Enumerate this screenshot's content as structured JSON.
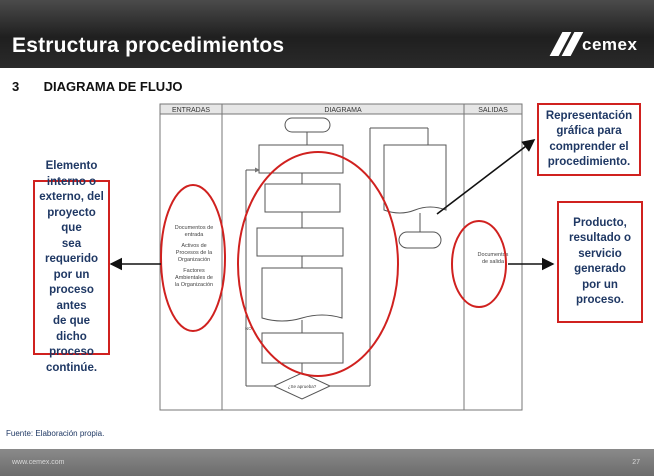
{
  "slide": {
    "title": "Estructura procedimientos",
    "logo_text": "cemex",
    "section_number": "3",
    "section_title": "DIAGRAMA DE FLUJO"
  },
  "flowchart": {
    "col_inputs": "ENTRADAS",
    "col_diagram": "DIAGRAMA",
    "col_outputs": "SALIDAS",
    "inputs_text": [
      "Documentos de",
      "entrada",
      "Activos de",
      "Procesos de la",
      "Organización",
      "Factores",
      "Ambientales de",
      "la Organización"
    ],
    "outputs_text": [
      "Documentos",
      "de salida"
    ],
    "decision_text": "¿Se aprueba?",
    "no_label": "NO"
  },
  "callouts": {
    "left": [
      "Elemento",
      "interno o",
      "externo, del",
      "proyecto que",
      "sea requerido",
      "por un",
      "proceso antes",
      "de que dicho",
      "proceso",
      "continúe."
    ],
    "top_right": [
      "Representación",
      "gráfica para",
      "comprender el",
      "procedimiento."
    ],
    "right": [
      "Producto,",
      "resultado o",
      "servicio",
      "generado",
      "por un",
      "proceso."
    ]
  },
  "source": "Fuente: Elaboración propia.",
  "footer": {
    "url": "www.cemex.com",
    "page": "27"
  },
  "colors": {
    "header_dark": "#1f1f1f",
    "accent_red": "#d0211f",
    "callout_text": "#1f3864",
    "footer_gray": "#7a7a7a"
  }
}
